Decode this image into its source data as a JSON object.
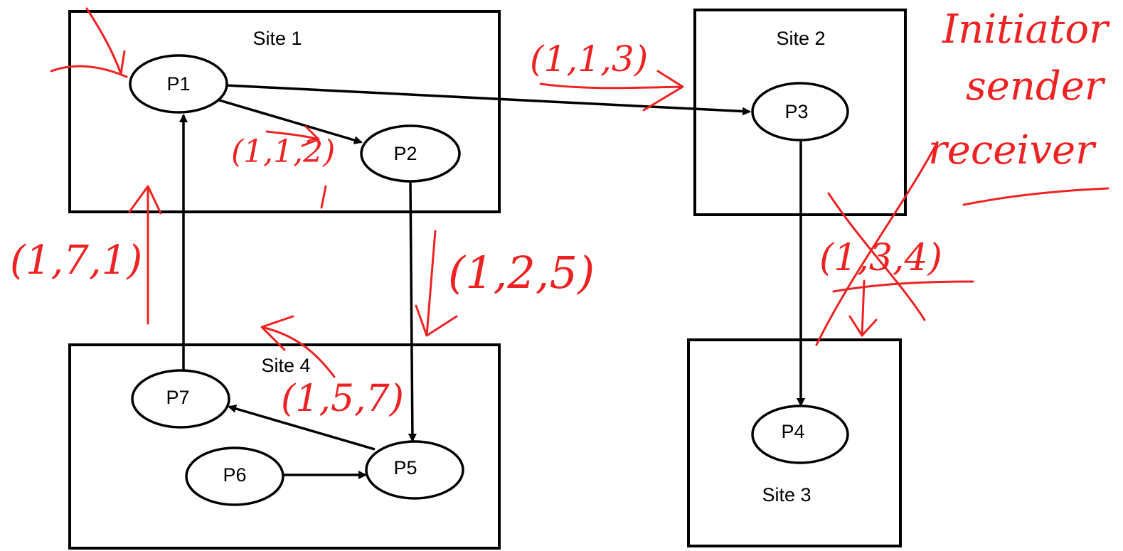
{
  "diagram": {
    "sites": {
      "site1": "Site 1",
      "site2": "Site 2",
      "site3": "Site 3",
      "site4": "Site 4"
    },
    "processes": {
      "p1": "P1",
      "p2": "P2",
      "p3": "P3",
      "p4": "P4",
      "p5": "P5",
      "p6": "P6",
      "p7": "P7"
    },
    "annotations": {
      "p1_to_p2": "(1,1,2)",
      "p1_to_p3": "(1,1,3)",
      "p2_to_p5": "(1,2,5)",
      "p5_to_p7": "(1,5,7)",
      "p7_to_p1": "(1,7,1)",
      "p3_to_p4": "(1,3,4)",
      "legend_initiator": "Initiator",
      "legend_sender": "sender",
      "legend_receiver": "receiver"
    },
    "colors": {
      "ink": "#ee2222",
      "lines": "#000000"
    }
  }
}
